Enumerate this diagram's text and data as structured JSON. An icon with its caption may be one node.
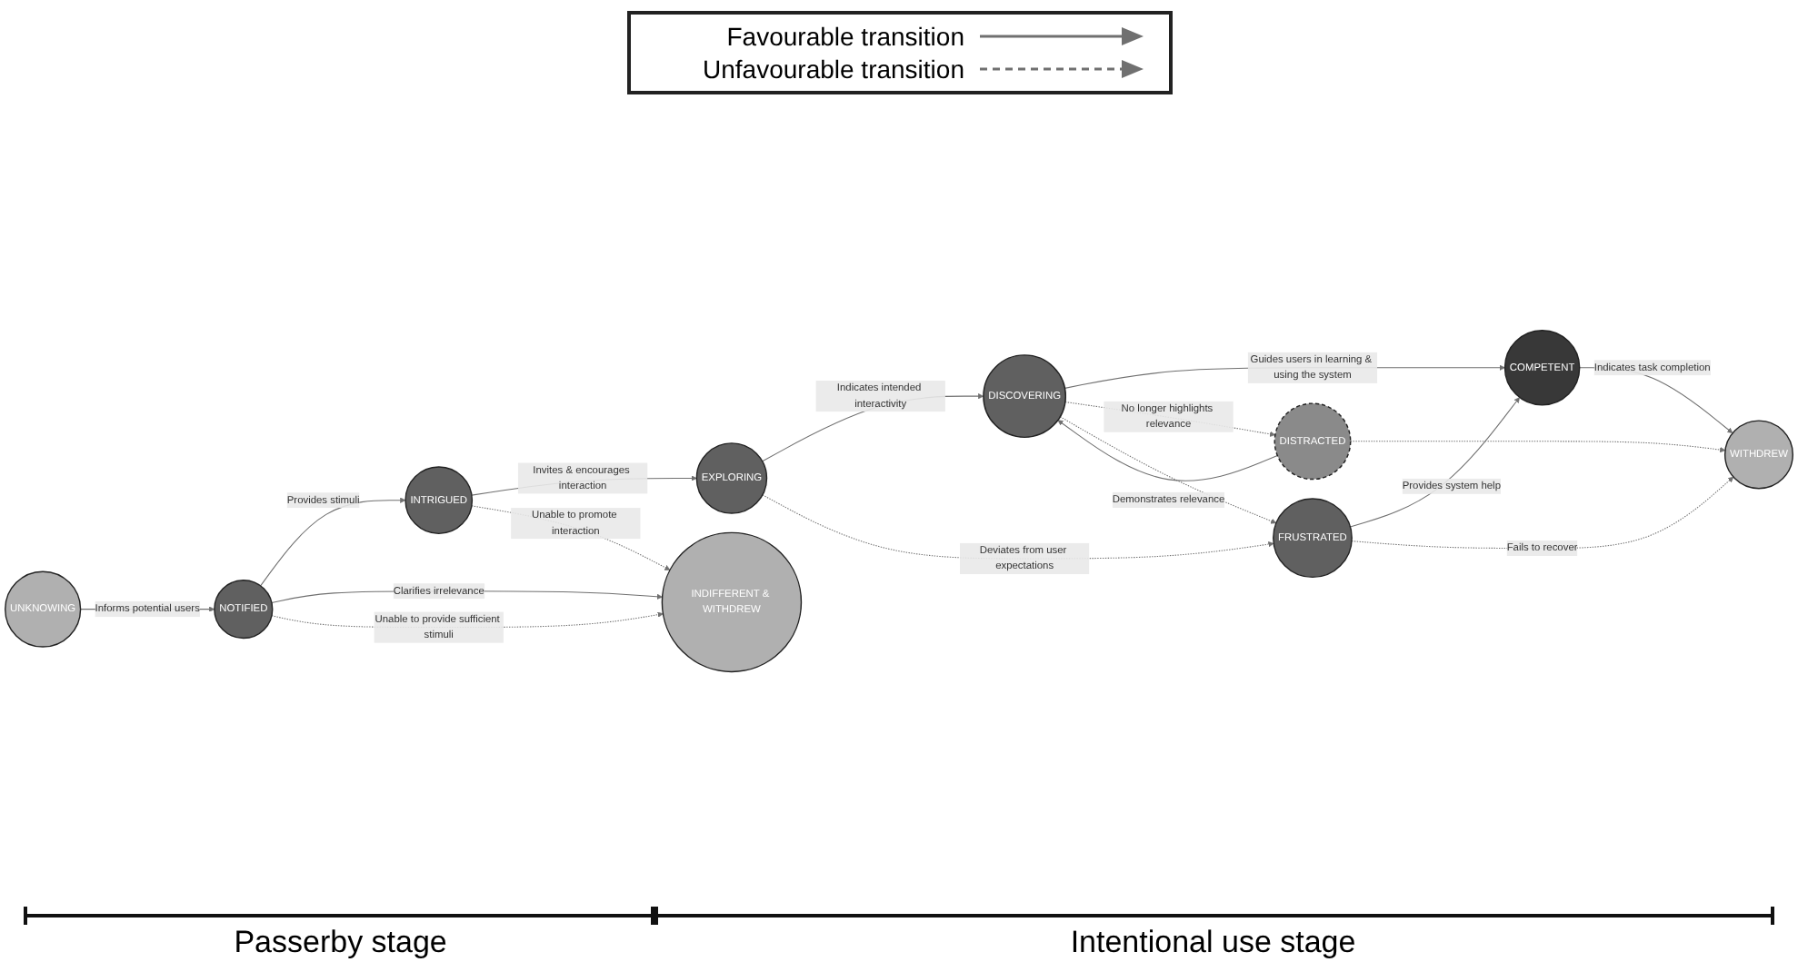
{
  "diagram": {
    "nodes": [
      {
        "text": [
          "UNKNOWING"
        ]
      },
      {
        "text": [
          "NOTIFIED"
        ]
      },
      {
        "text": [
          "INTRIGUED"
        ]
      },
      {
        "text": [
          "EXPLORING"
        ]
      },
      {
        "text": [
          "DISCOVERING"
        ]
      },
      {
        "text": [
          "DISTRACTED"
        ]
      },
      {
        "text": [
          "COMPETENT"
        ]
      },
      {
        "text": [
          "WITHDREW"
        ]
      },
      {
        "text": [
          "FRUSTRATED"
        ]
      },
      {
        "text": [
          "INDIFFERENT & WITHDREW"
        ]
      }
    ],
    "edges": [
      {
        "from": 0,
        "to": 1,
        "arrow": "to",
        "label": "Informs potential users"
      },
      {
        "from": 1,
        "to": 2,
        "arrow": "to",
        "label": "Provides stimuli"
      },
      {
        "from": 2,
        "to": 3,
        "arrow": "to",
        "label": "Invites & encourages interaction"
      },
      {
        "from": 3,
        "to": 4,
        "arrow": "to",
        "label": "Indicates intended interactivity"
      },
      {
        "from": 4,
        "to": 6,
        "arrow": "to",
        "label": "Guides users in learning & using the system"
      },
      {
        "from": 5,
        "to": 4,
        "arrow": "to",
        "label": "Demonstrates relevance"
      },
      {
        "from": 6,
        "to": 7,
        "arrow": "to",
        "label": "Indicates task completion"
      },
      {
        "from": 5,
        "to": 7,
        "arrow": "to",
        "style": "dashed"
      },
      {
        "from": 8,
        "to": 6,
        "arrow": "to",
        "label": "Provides system help"
      },
      {
        "from": 1,
        "to": 9,
        "arrow": "to",
        "label": "Clarifies irrelevance"
      },
      {
        "from": 1,
        "to": 9,
        "arrow": "to",
        "style": "dashed",
        "label": "Unable to provide sufficient stimuli"
      },
      {
        "from": 2,
        "to": 9,
        "arrow": "to",
        "style": "dashed",
        "label": "Unable to promote interaction"
      },
      {
        "from": 4,
        "to": 5,
        "arrow": "to",
        "style": "dashed",
        "label": "No longer highlights relevance"
      },
      {
        "from": 3,
        "to": 8,
        "arrow": "to",
        "style": "dashed",
        "label": "Deviates from user expectations"
      },
      {
        "from": 4,
        "to": 8,
        "arrow": "to",
        "style": "dashed"
      },
      {
        "from": 8,
        "to": 7,
        "arrow": "to",
        "style": "dashed",
        "label": "Fails to recover"
      }
    ],
    "labels": [
      "Passerby stage",
      "Intentional use stage"
    ],
    "legend": [
      {
        "text": "Favourable transition"
      },
      {
        "text": "Unfavourable transition"
      }
    ]
  }
}
